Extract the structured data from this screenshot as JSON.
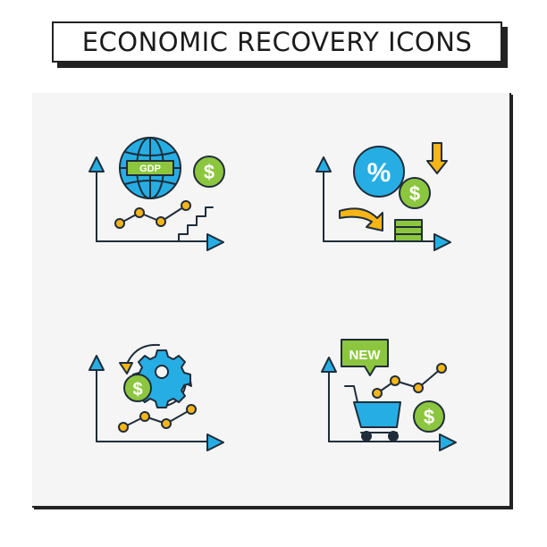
{
  "header": {
    "title": "ECONOMIC RECOVERY ICONS"
  },
  "icons": [
    {
      "name": "gdp-growth",
      "globe_label": "GDP",
      "currency_symbol": "$"
    },
    {
      "name": "interest-rate-cut",
      "percent_symbol": "%",
      "currency_symbol": "$"
    },
    {
      "name": "economic-activity",
      "currency_symbol": "$"
    },
    {
      "name": "new-consumer-spending",
      "badge_label": "NEW",
      "currency_symbol": "$"
    }
  ],
  "colors": {
    "outline": "#1f2d3a",
    "blue": "#26aee4",
    "green": "#8cc63f",
    "yellow": "#f7b517",
    "background": "#f5f5f5"
  }
}
